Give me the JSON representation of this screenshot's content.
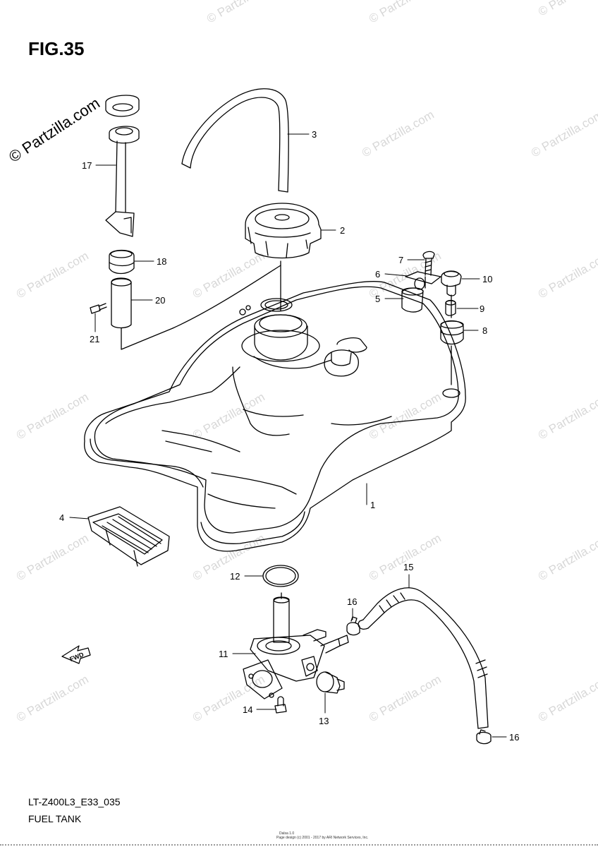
{
  "figure": {
    "title": "FIG.35",
    "model_code": "LT-Z400L3_E33_035",
    "caption": "FUEL TANK"
  },
  "watermark": {
    "main": "© Partzilla.com",
    "repeat": "© Partzilla.com"
  },
  "credit": {
    "line1": "Dalsa 1.0",
    "line2": "Page design (c) 2001 - 2017 by ARI Network Services, Inc."
  },
  "fwd_badge": "FWD",
  "callouts": [
    {
      "id": "c1",
      "label": "1"
    },
    {
      "id": "c2",
      "label": "2"
    },
    {
      "id": "c3",
      "label": "3"
    },
    {
      "id": "c4",
      "label": "4"
    },
    {
      "id": "c5",
      "label": "5"
    },
    {
      "id": "c6",
      "label": "6"
    },
    {
      "id": "c7",
      "label": "7"
    },
    {
      "id": "c8",
      "label": "8"
    },
    {
      "id": "c9",
      "label": "9"
    },
    {
      "id": "c10",
      "label": "10"
    },
    {
      "id": "c11",
      "label": "11"
    },
    {
      "id": "c12",
      "label": "12"
    },
    {
      "id": "c13",
      "label": "13"
    },
    {
      "id": "c14",
      "label": "14"
    },
    {
      "id": "c15",
      "label": "15"
    },
    {
      "id": "c16a",
      "label": "16"
    },
    {
      "id": "c16b",
      "label": "16"
    },
    {
      "id": "c17",
      "label": "17"
    },
    {
      "id": "c18",
      "label": "18"
    },
    {
      "id": "c20",
      "label": "20"
    },
    {
      "id": "c21",
      "label": "21"
    }
  ],
  "colors": {
    "line": "#000000",
    "watermark": "#b8b8b8",
    "background": "#ffffff"
  }
}
